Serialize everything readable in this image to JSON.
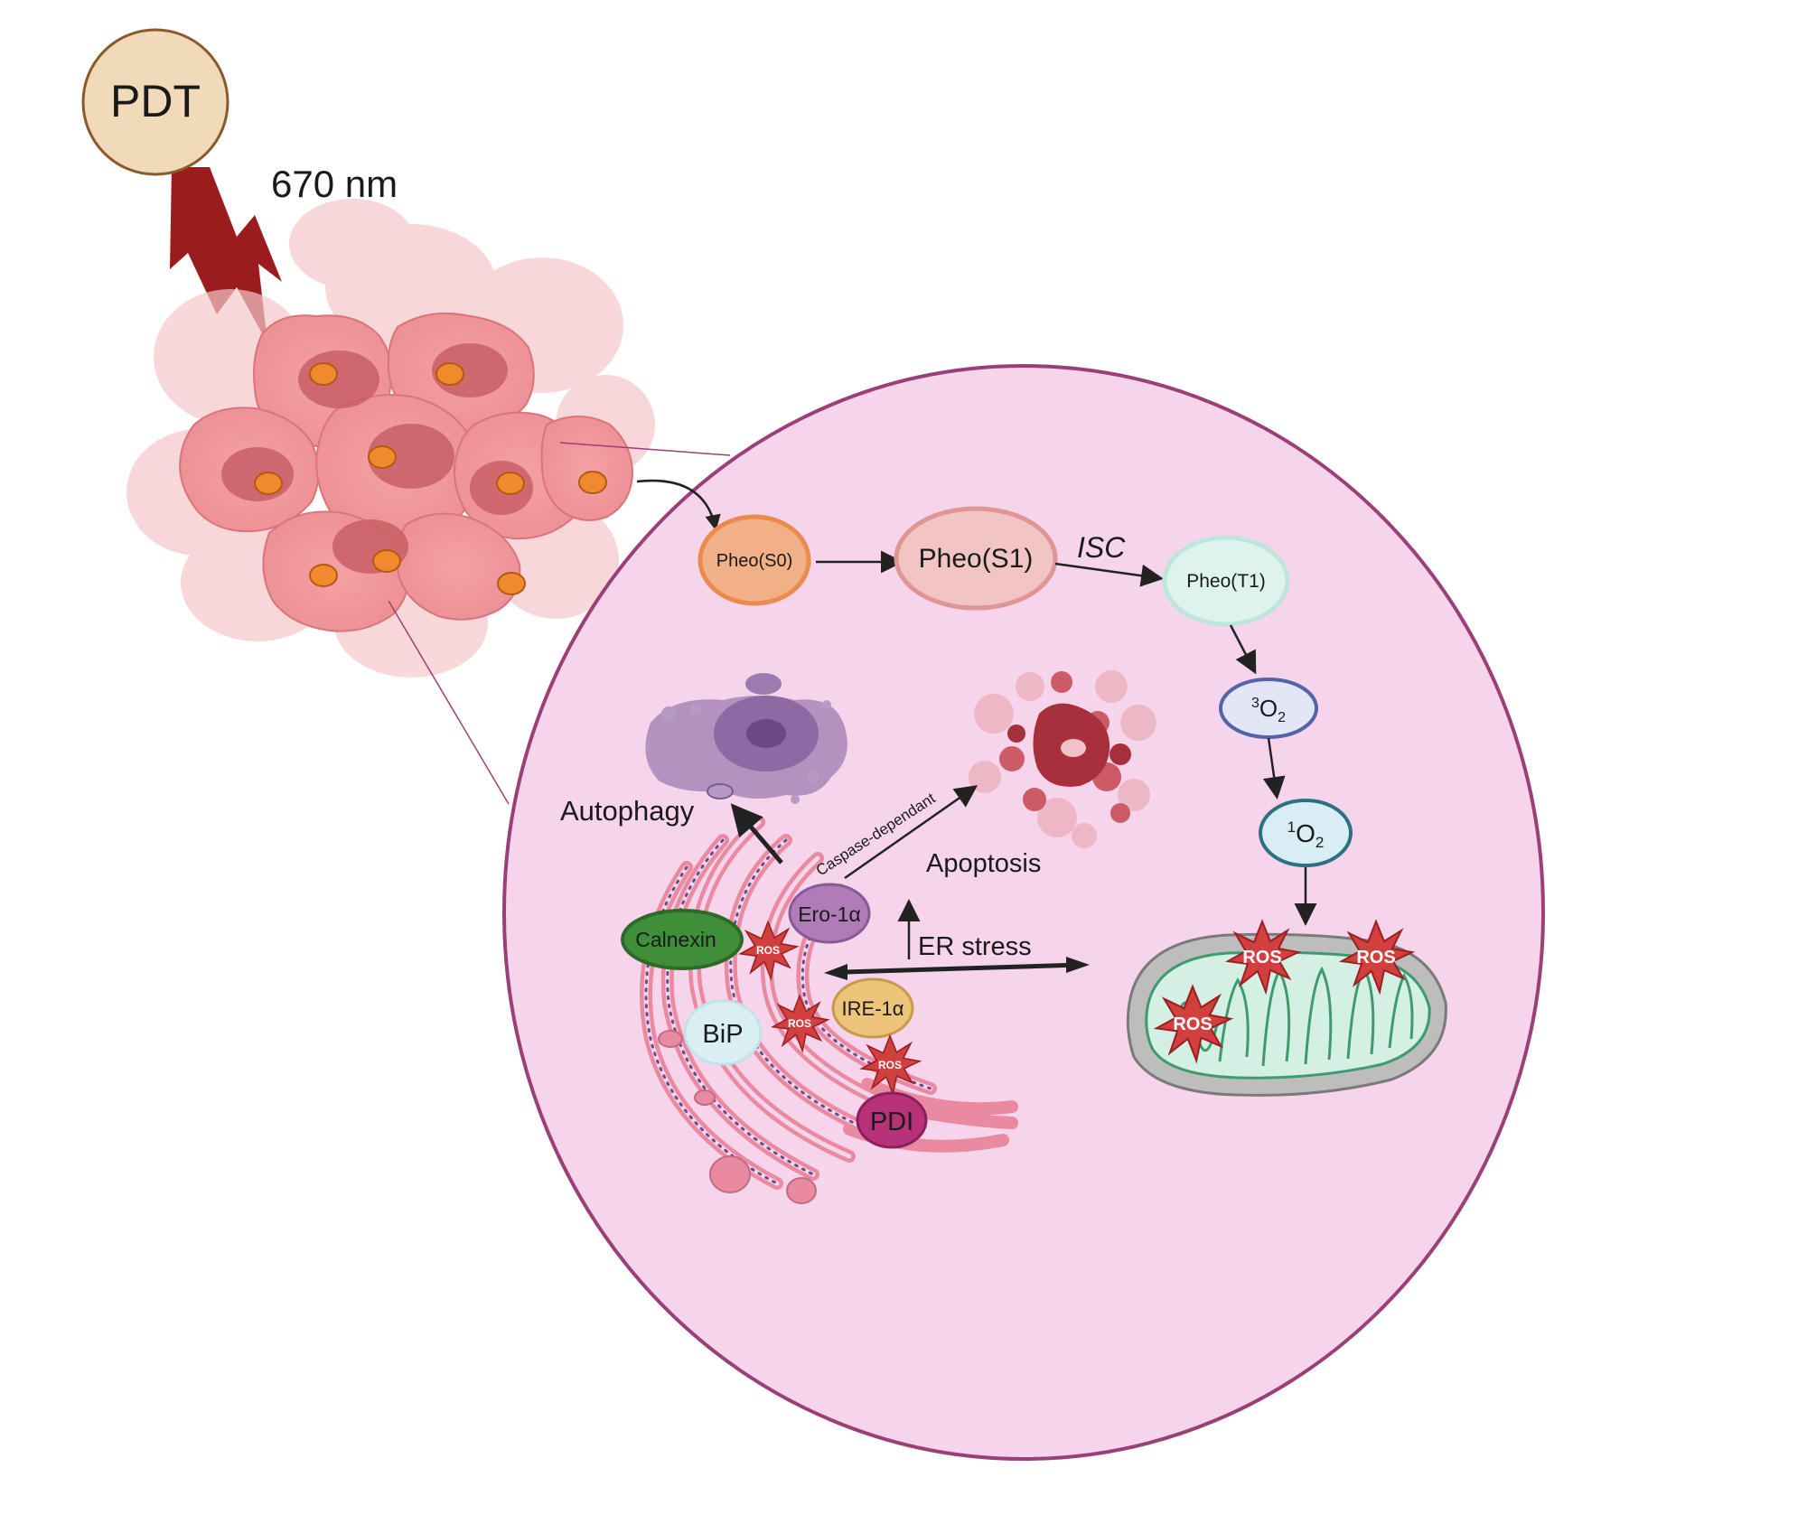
{
  "labels": {
    "pdt": "PDT",
    "wavelength": "670 nm",
    "pheo_s0": "Pheo(S0)",
    "pheo_s1": "Pheo(S1)",
    "isc": "ISC",
    "pheo_t1": "Pheo(T1)",
    "triplet_o2_sup": "3",
    "triplet_o2": "O",
    "triplet_o2_sub": "2",
    "singlet_o2_sup": "1",
    "singlet_o2": "O",
    "singlet_o2_sub": "2",
    "autophagy": "Autophagy",
    "caspase": "Caspase-dependant",
    "apoptosis": "Apoptosis",
    "ero": "Ero-1α",
    "calnexin": "Calnexin",
    "er_stress": "ER stress",
    "ire": "IRE-1α",
    "bip": "BiP",
    "pdi": "PDI",
    "ros": "ROS"
  },
  "colors": {
    "circle_fill": "#f6d5ec",
    "circle_stroke": "#9b3f78",
    "lightning": "#9b1c1c",
    "pdt_fill": "#f0dab9",
    "pdt_stroke": "#8b5a2b",
    "ros": "#d23f3f",
    "er": "#e98aa0",
    "calnexin": "#3f8f3a",
    "ero": "#b07cb8",
    "ire": "#eec37a",
    "bip": "#d9eff4",
    "pdi": "#b8327a",
    "mito_outer": "#bdbdbd",
    "mito_inner": "#d4efe4"
  },
  "icons": [
    "lightning-icon",
    "tumor-cells-icon",
    "autophagic-cell-icon",
    "apoptotic-cell-icon",
    "endoplasmic-reticulum-icon",
    "mitochondrion-icon",
    "ros-burst-icon"
  ]
}
